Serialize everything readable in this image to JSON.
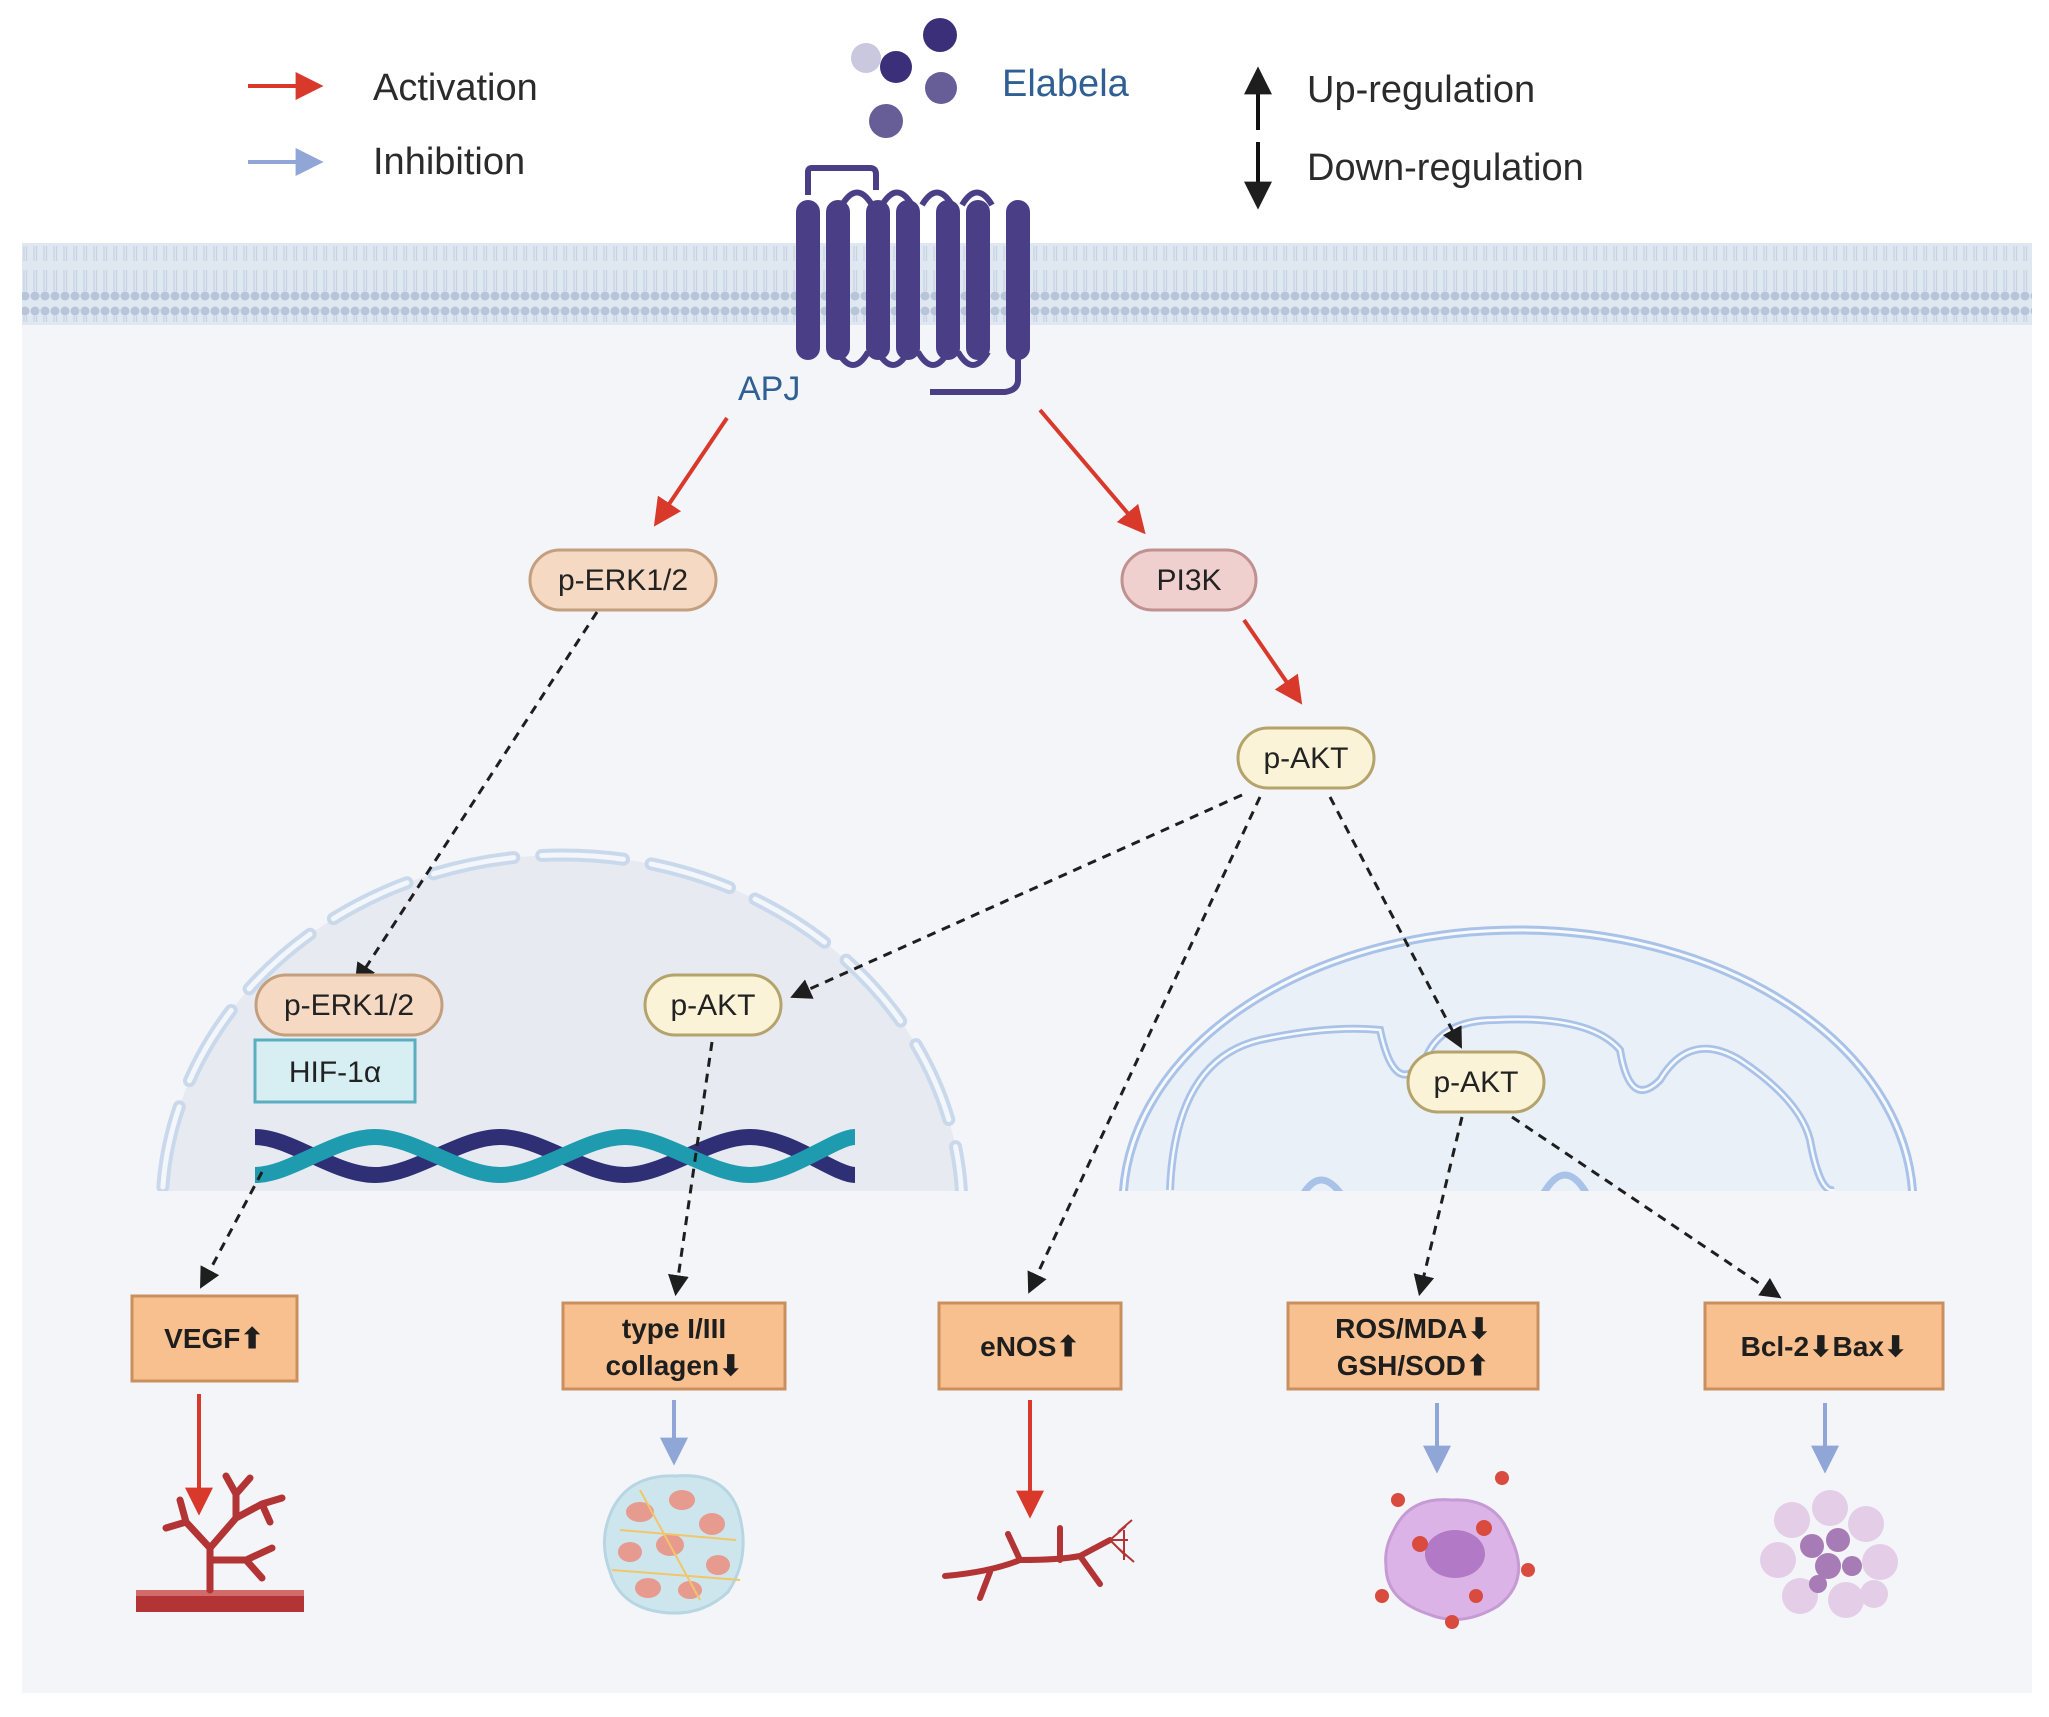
{
  "legend": {
    "activation": "Activation",
    "inhibition": "Inhibition",
    "up_regulation": "Up-regulation",
    "down_regulation": "Down-regulation"
  },
  "ligand": {
    "label": "Elabela"
  },
  "receptor": {
    "label": "APJ"
  },
  "nodes": {
    "p_erk_cyto": "p-ERK1/2",
    "pi3k": "PI3K",
    "p_akt_cyto": "p-AKT",
    "p_erk_nuc": "p-ERK1/2",
    "hif": "HIF-1α",
    "p_akt_nuc": "p-AKT",
    "p_akt_mito": "p-AKT"
  },
  "outcomes": {
    "vegf": "VEGF⬆",
    "collagen_line1": "type I/III",
    "collagen_line2": "collagen⬇",
    "enos": "eNOS⬆",
    "ros_line1": "ROS/MDA⬇",
    "ros_line2": "GSH/SOD⬆",
    "bcl": "Bcl-2⬇Bax⬇"
  },
  "colors": {
    "activation": "#d9392b",
    "inhibition": "#8fa6d6",
    "receptor": "#4a3f86",
    "outcome_fill": "#f7c08e",
    "label_blue": "#2f5f93"
  },
  "icons": {
    "vegf": "blood-vessel-sprouting-icon",
    "collagen": "fibrotic-tissue-icon",
    "enos": "vessel-branch-icon",
    "ros": "oxidative-stress-cell-icon",
    "bcl": "apoptotic-cell-icon"
  }
}
